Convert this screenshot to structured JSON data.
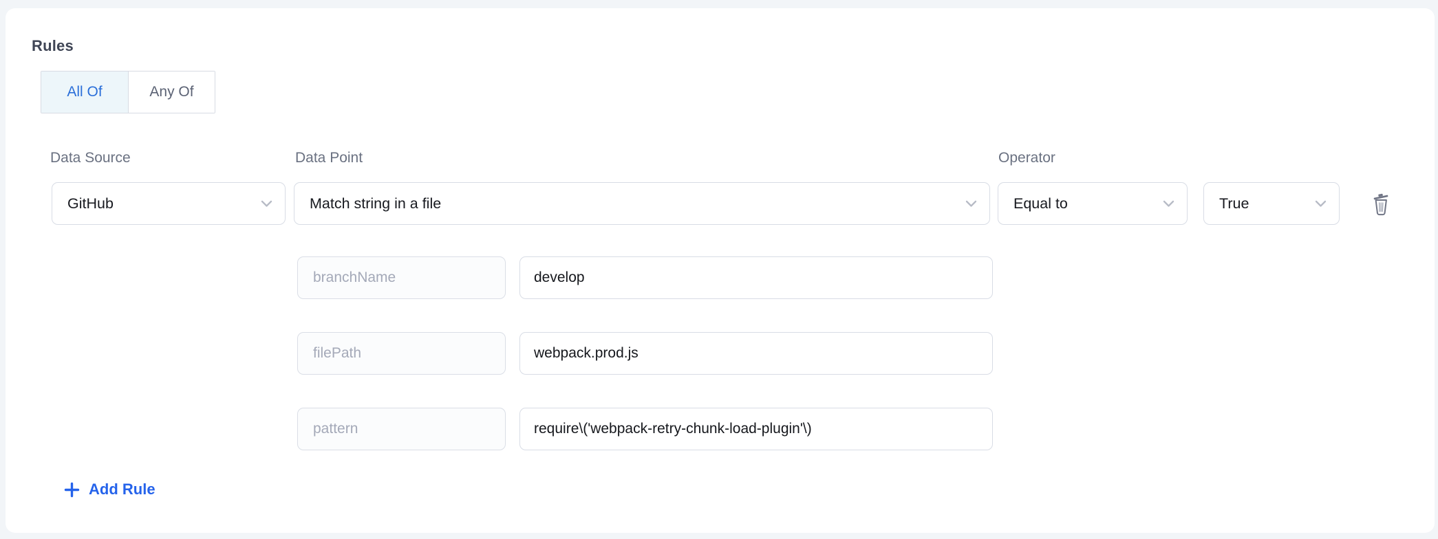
{
  "rules": {
    "title": "Rules",
    "match_mode": {
      "all_of": "All Of",
      "any_of": "Any Of",
      "selected": "All Of"
    },
    "fields": {
      "data_source": {
        "label": "Data Source",
        "value": "GitHub"
      },
      "data_point": {
        "label": "Data Point",
        "value": "Match string in a file"
      },
      "operator": {
        "label": "Operator",
        "value": "Equal to"
      },
      "expected": {
        "value": "True"
      }
    },
    "params": [
      {
        "key": "branchName",
        "value": "develop"
      },
      {
        "key": "filePath",
        "value": "webpack.prod.js"
      },
      {
        "key": "pattern",
        "value": "require\\('webpack-retry-chunk-load-plugin'\\)"
      }
    ],
    "add_rule_label": "Add Rule"
  },
  "icons": {
    "dropdown": "chevron-down-icon",
    "delete": "trash-icon",
    "add": "plus-icon"
  },
  "colors": {
    "accent_blue": "#2b6fd9",
    "add_rule_blue": "#2563eb",
    "selected_segment_bg": "#edf6fa",
    "input_border": "#d8dce5",
    "label_gray": "#6a7181",
    "key_text_gray": "#a4a9b8",
    "page_bg": "#f2f5f8",
    "card_bg": "#ffffff"
  }
}
